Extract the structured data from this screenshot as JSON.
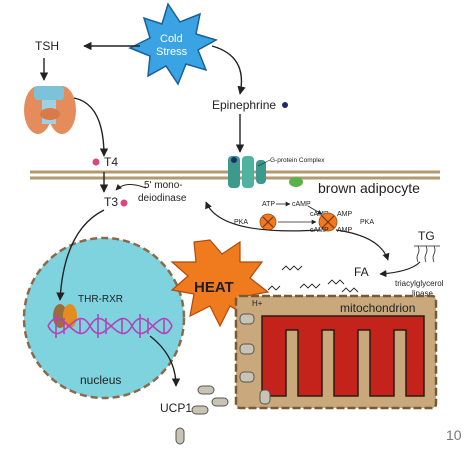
{
  "labels": {
    "cold_stress_line1": "Cold",
    "cold_stress_line2": "Stress",
    "tsh": "TSH",
    "epinephrine": "Epinephrine",
    "g_protein_complex": "G-protein Complex",
    "t4": "T4",
    "t3": "T3",
    "monodeiodinase_line1": "5' mono-",
    "monodeiodinase_line2": "deiodinase",
    "brown_adipocyte": "brown adipocyte",
    "atp": "ATP",
    "camp_top": "cAMP",
    "pka_left": "PKA",
    "pka_right": "PKA",
    "camp_1": "cAMP",
    "camp_2": "AMP",
    "camp_3": "cAMP",
    "camp_4": "AMP",
    "tg": "TG",
    "fa": "FA",
    "tg_lipase_line1": "triacylglycerol",
    "tg_lipase_line2": "lipase",
    "heat": "HEAT",
    "h_plus": "H+",
    "mitochondrion": "mitochondrion",
    "thr_rxr": "THR-RXR",
    "nucleus": "nucleus",
    "ucp1": "UCP1",
    "page_number": "10"
  },
  "colors": {
    "cold_star": "#3aa3e3",
    "heat_burst": "#f07a1e",
    "nucleus": "#7fd3df",
    "mito_outer": "#c9a97c",
    "mito_inner": "#c4231c",
    "membrane": "#b39a6c",
    "dna": "#b244b8",
    "receptor": "#3b9a8c"
  }
}
